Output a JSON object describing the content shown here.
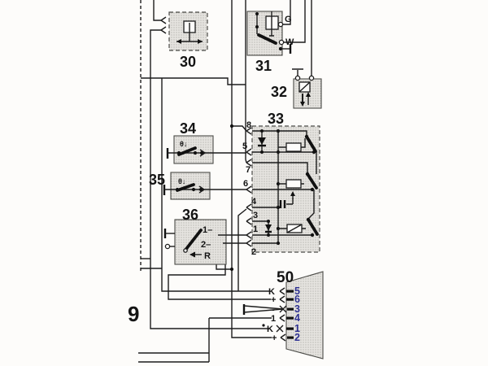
{
  "diagram": {
    "type": "wiring-diagram-section",
    "colors": {
      "line": "#1c1c1c",
      "pin_number_blue": "#2e3192",
      "box_fill": "#e6e4e0",
      "background": "#fdfcfa"
    },
    "components": {
      "c30": {
        "label": "30"
      },
      "c31": {
        "label": "31",
        "terminal_g": "G",
        "terminal_w": "W"
      },
      "c32": {
        "label": "32"
      },
      "c33": {
        "label": "33",
        "pins": [
          "8",
          "5",
          "7",
          "6",
          "4",
          "3",
          "1",
          "2"
        ]
      },
      "c34": {
        "label": "34",
        "symbol": "θ↓"
      },
      "c35": {
        "label": "35",
        "symbol": "θ↓"
      },
      "c36": {
        "label": "36",
        "pos1": "1–",
        "pos2": "2–",
        "pos_r": "R"
      },
      "c50": {
        "label": "50",
        "rows": [
          {
            "wire": "K",
            "pin": "5",
            "connector": "socket"
          },
          {
            "wire": "+",
            "pin": "6",
            "connector": "socket"
          },
          {
            "wire": "-",
            "pin": "3",
            "connector": "crossed"
          },
          {
            "wire": "1",
            "pin": "4",
            "connector": "socket"
          },
          {
            "wire": "K",
            "pin": "1",
            "connector": "crossed"
          },
          {
            "wire": "+",
            "pin": "2",
            "connector": "socket"
          }
        ]
      },
      "c9": {
        "label": "9"
      }
    }
  }
}
